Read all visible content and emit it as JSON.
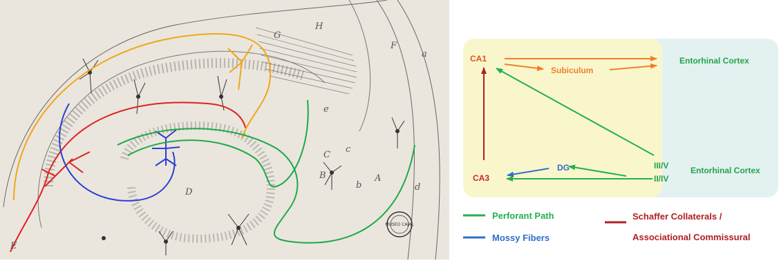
{
  "drawing": {
    "plate_letters": [
      "H",
      "G",
      "F",
      "E",
      "D",
      "C",
      "B",
      "A",
      "a",
      "b",
      "c",
      "d",
      "e"
    ],
    "stamp_text": "MUSEO CAJAL"
  },
  "schema": {
    "nodes": {
      "ca1": "CA1",
      "subiculum": "Subiculum",
      "ec_top": "Entorhinal Cortex",
      "ca3": "CA3",
      "dg": "DG",
      "layer_3_5": "III/V",
      "layer_2_4": "II/IV",
      "ec_bottom": "Entorhinal Cortex"
    },
    "colors": {
      "hippocampus_panel": "#faf6cc",
      "cortex_panel": "#e3f1f1",
      "perforant": "#22b14c",
      "mossy": "#2f6fc7",
      "schaffer": "#b01e23",
      "output": "#f07f2a",
      "ca1_label": "#e0571f",
      "ca3_label": "#c2272d",
      "ec_label": "#22a44a",
      "dg_label": "#2f6fc7"
    },
    "legend": {
      "perforant": "Perforant Path",
      "mossy": "Mossy Fibers",
      "schaffer_line1": "Schaffer Collaterals /",
      "schaffer_line2": "Associational Commissural"
    }
  }
}
